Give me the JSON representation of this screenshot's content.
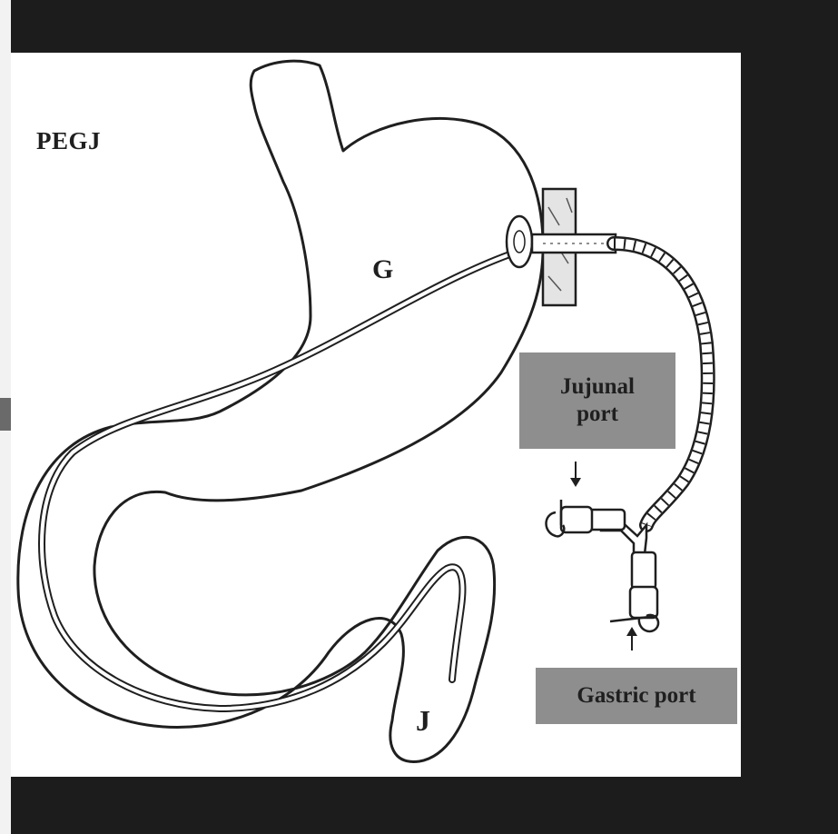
{
  "diagram": {
    "title": "PEGJ",
    "stomach_label": "G",
    "jejunum_label": "J",
    "jejunal_port_label": "Jujunal port",
    "jejunal_port_lines": [
      "Jujunal",
      "port"
    ],
    "gastric_port_label": "Gastric port"
  },
  "colors": {
    "outer_background": "#1c1c1c",
    "canvas_background": "#ffffff",
    "label_box": "#8e8e8e",
    "ink": "#1f1f1f"
  },
  "icons": [
    "down-arrow-icon",
    "up-arrow-icon"
  ]
}
